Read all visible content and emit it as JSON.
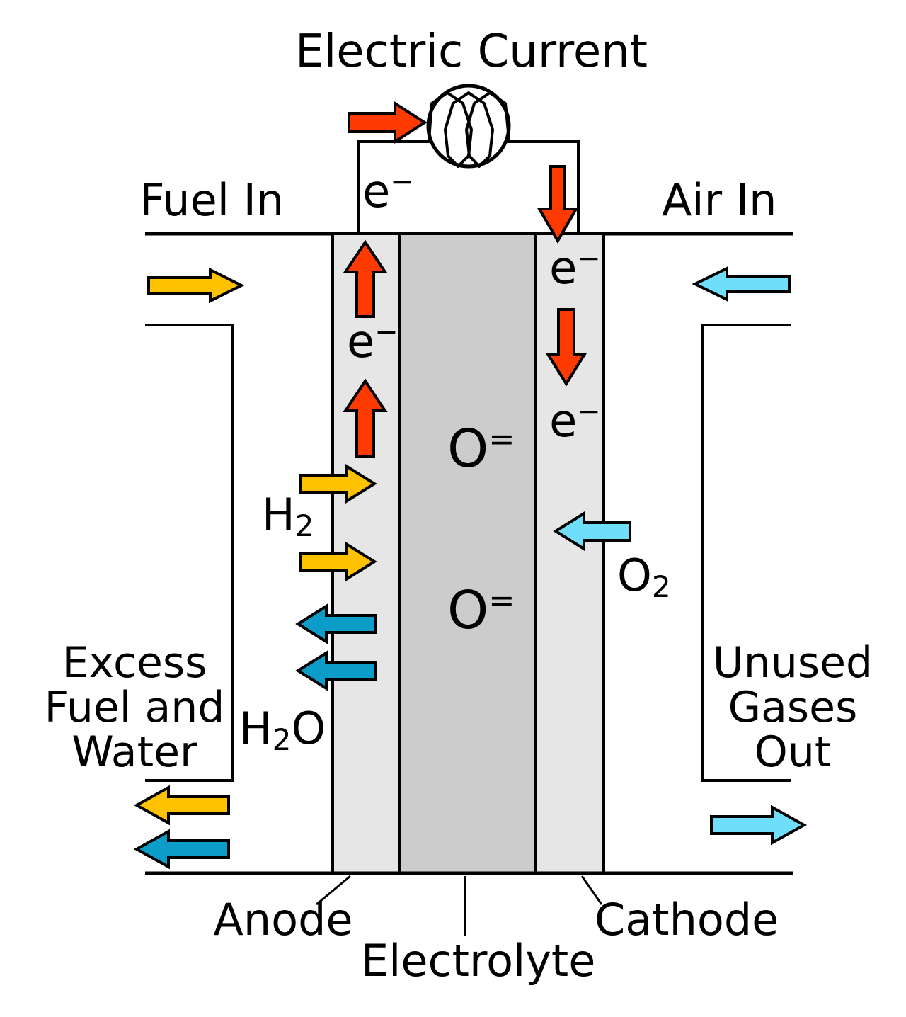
{
  "title": "Electric Current",
  "labels": {
    "fuel_in": "Fuel In",
    "air_in": "Air In",
    "excess": [
      "Excess",
      "Fuel and",
      "Water"
    ],
    "unused": [
      "Unused",
      "Gases",
      "Out"
    ],
    "anode": "Anode",
    "electrolyte": "Electrolyte",
    "cathode": "Cathode"
  },
  "species": {
    "electron": {
      "base": "e",
      "sup": "−"
    },
    "hydrogen": {
      "base": "H",
      "sub": "2"
    },
    "oxygen": {
      "base": "O",
      "sub": "2"
    },
    "water": {
      "h": "H",
      "sub": "2",
      "o": "O"
    },
    "oxide": {
      "base": "O",
      "sup": "="
    }
  },
  "colors": {
    "electron_arrow": "#FF3A00",
    "fuel_arrow": "#FFC200",
    "water_arrow": "#0B9DC7",
    "air_arrow": "#6FDEFB",
    "anode_fill": "#E6E6E6",
    "electrolyte_fill": "#CCCCCC",
    "cathode_fill": "#E6E6E6",
    "outline": "#000000"
  }
}
